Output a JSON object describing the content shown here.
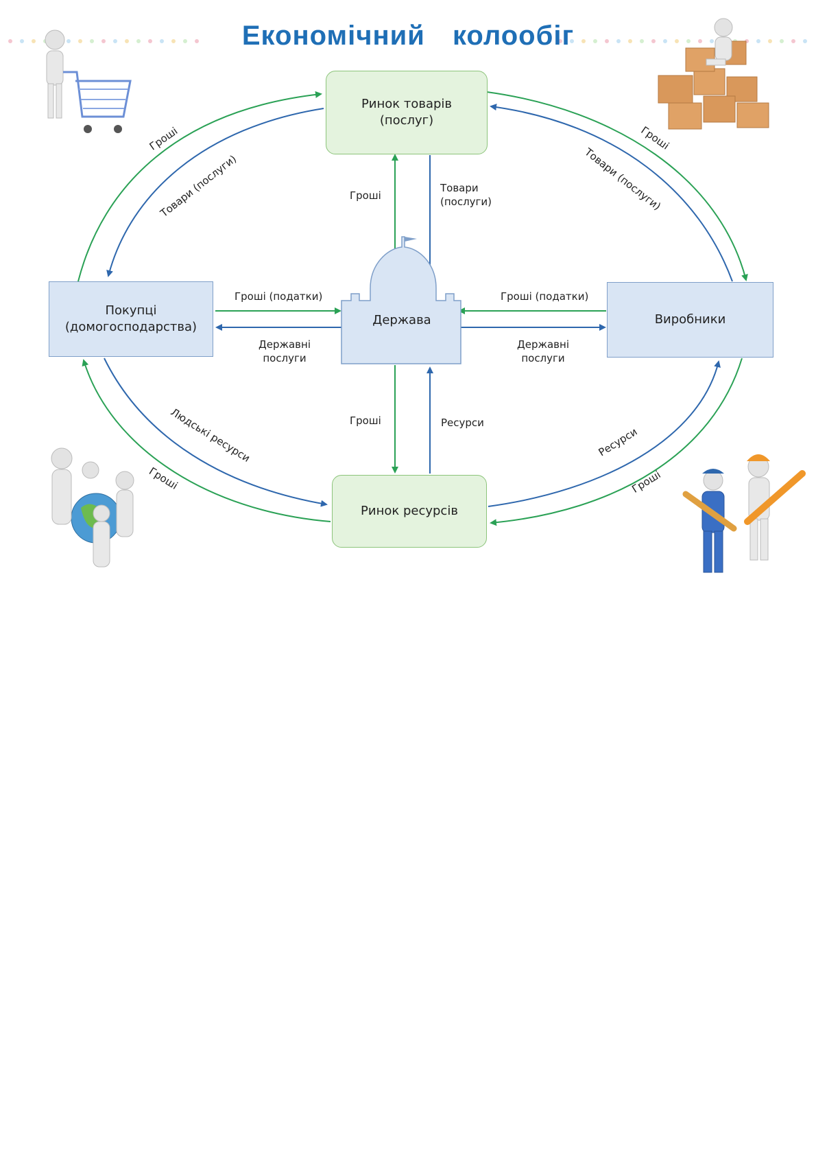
{
  "title": {
    "word1": "Економічний",
    "word2": "колообіг"
  },
  "nodes": {
    "goods_market": {
      "line1": "Ринок товарів",
      "line2": "(послуг)"
    },
    "resource_market": {
      "label": "Ринок ресурсів"
    },
    "buyers": {
      "line1": "Покупці",
      "line2": "(домогосподарства)"
    },
    "producers": {
      "label": "Виробники"
    },
    "state": {
      "label": "Держава"
    }
  },
  "flows": {
    "buyers_to_goods_money": "Гроші",
    "goods_to_buyers_goods": "Товари (послуги)",
    "goods_to_producers_money": "Гроші",
    "producers_to_goods_goods": "Товари (послуги)",
    "state_to_goods_money": "Гроші",
    "goods_to_state_goods": {
      "line1": "Товари",
      "line2": "(послуги)"
    },
    "buyers_to_state_taxes": "Гроші (податки)",
    "state_to_buyers_services": {
      "line1": "Державні",
      "line2": "послуги"
    },
    "producers_to_state_taxes": "Гроші (податки)",
    "state_to_producers_services": {
      "line1": "Державні",
      "line2": "послуги"
    },
    "state_to_resources_money": "Гроші",
    "resources_to_state_resources": "Ресурси",
    "buyers_to_resources_human": "Людські ресурси",
    "resources_to_buyers_money": "Гроші",
    "resources_to_producers_resources": "Ресурси",
    "producers_to_resources_money": "Гроші"
  },
  "colors": {
    "title": "#1f6fb6",
    "money_arrow": "#2aa155",
    "goods_arrow": "#2e67ad",
    "market_fill": "#e4f3de",
    "agent_fill": "#d9e5f4"
  },
  "icons": {
    "top_left": "person-with-shopping-cart-icon",
    "top_right": "person-on-boxes-icon",
    "bottom_left": "people-around-globe-icon",
    "bottom_right": "workers-with-wrenches-icon",
    "state": "government-building-icon"
  }
}
